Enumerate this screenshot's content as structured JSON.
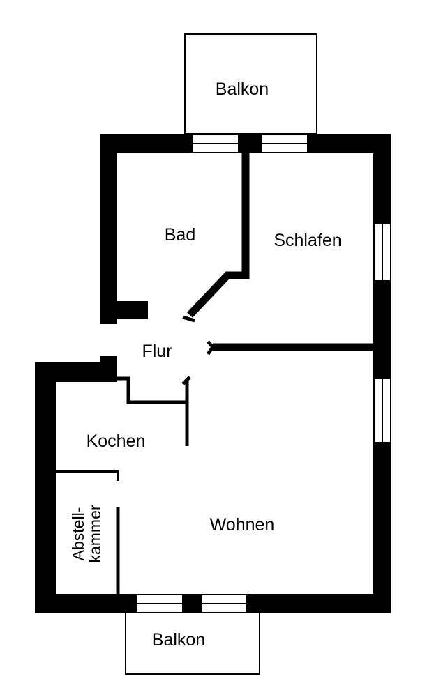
{
  "plan": {
    "colors": {
      "wall": "#000000",
      "background": "#ffffff",
      "outline": "#000000"
    },
    "rooms": {
      "balkon_top": "Balkon",
      "bad": "Bad",
      "schlafen": "Schlafen",
      "flur": "Flur",
      "kochen": "Kochen",
      "abstellkammer_line1": "Abstell-",
      "abstellkammer_line2": "kammer",
      "wohnen": "Wohnen",
      "balkon_bottom": "Balkon"
    }
  }
}
